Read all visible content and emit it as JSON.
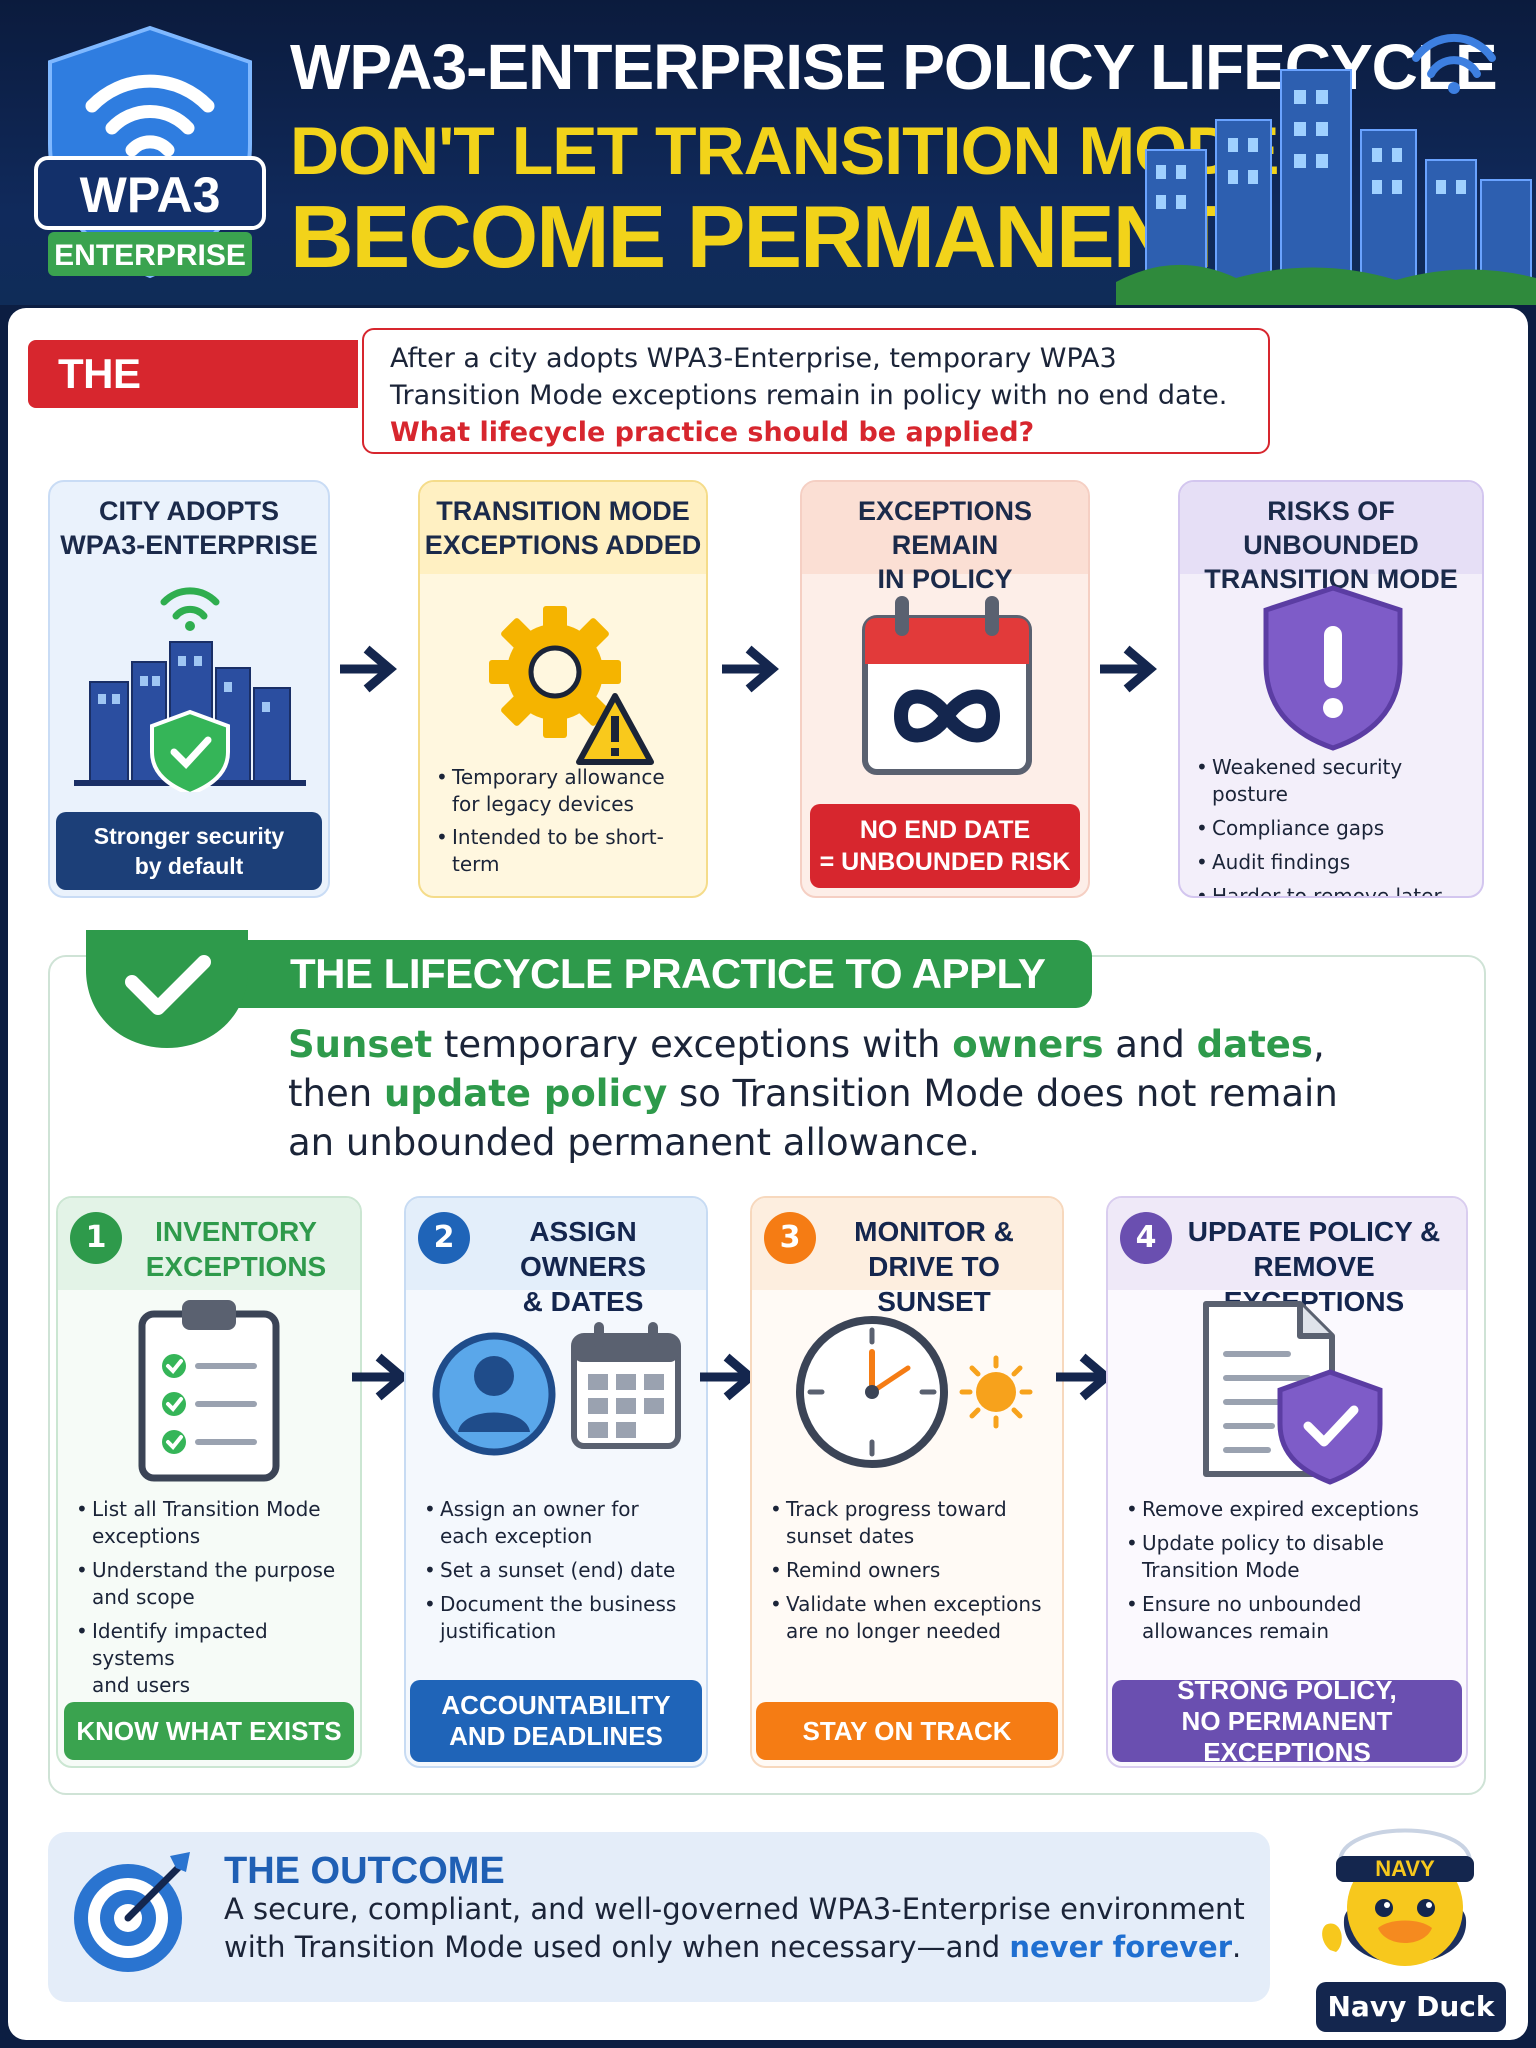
{
  "header": {
    "logo_main": "WPA3",
    "logo_sub": "ENTERPRISE",
    "title": "WPA3-ENTERPRISE POLICY LIFECYCLE",
    "subtitle_line1": "DON'T LET TRANSITION MODE",
    "subtitle_line2": "BECOME PERMANENT"
  },
  "situation": {
    "label": "THE SITUATION",
    "text": "After a city adopts WPA3-Enterprise, temporary WPA3 Transition Mode exceptions remain in policy with no end date.",
    "question": "What lifecycle practice should be applied?"
  },
  "flow": [
    {
      "title": "CITY ADOPTS\nWPA3-ENTERPRISE",
      "footer": "Stronger security\nby default",
      "icon": "city-shield-icon",
      "color": "#1c3f78"
    },
    {
      "title": "TRANSITION MODE\nEXCEPTIONS ADDED",
      "bullets": [
        "Temporary allowance\nfor legacy devices",
        "Intended to be short-term"
      ],
      "icon": "gear-warning-icon",
      "color": "#f5b400"
    },
    {
      "title": "EXCEPTIONS REMAIN\nIN POLICY",
      "footer": "NO END DATE\n= UNBOUNDED RISK",
      "icon": "calendar-infinity-icon",
      "color": "#d7262e"
    },
    {
      "title": "RISKS OF UNBOUNDED\nTRANSITION MODE",
      "bullets": [
        "Weakened security posture",
        "Compliance gaps",
        "Audit findings",
        "Harder to remove later"
      ],
      "icon": "shield-alert-icon",
      "color": "#6a4fb0"
    }
  ],
  "lifecycle": {
    "banner": "THE LIFECYCLE PRACTICE TO APPLY",
    "t1": "Sunset",
    "t2": " temporary exceptions with ",
    "t3": "owners",
    "t4": " and ",
    "t5": "dates",
    "t6": ",\nthen ",
    "t7": "update policy",
    "t8": " so Transition Mode does not remain\nan unbounded permanent allowance."
  },
  "steps": [
    {
      "num": "1",
      "title": "INVENTORY\nEXCEPTIONS",
      "bullets": [
        "List all Transition Mode\nexceptions",
        "Understand the purpose\nand scope",
        "Identify impacted systems\nand users"
      ],
      "footer": "KNOW WHAT EXISTS",
      "icon": "clipboard-checklist-icon",
      "color": "#2e9a4b"
    },
    {
      "num": "2",
      "title": "ASSIGN OWNERS\n& DATES",
      "bullets": [
        "Assign an owner for\neach exception",
        "Set a sunset (end) date",
        "Document the business\njustification"
      ],
      "footer": "ACCOUNTABILITY\nAND DEADLINES",
      "icon": "owner-calendar-icon",
      "color": "#1f64b8"
    },
    {
      "num": "3",
      "title": "MONITOR &\nDRIVE TO SUNSET",
      "bullets": [
        "Track progress toward\nsunset dates",
        "Remind owners",
        "Validate when exceptions\nare no longer needed"
      ],
      "footer": "STAY ON TRACK",
      "icon": "clock-sun-icon",
      "color": "#f57c14"
    },
    {
      "num": "4",
      "title": "UPDATE POLICY &\nREMOVE EXCEPTIONS",
      "bullets": [
        "Remove expired exceptions",
        "Update policy to disable\nTransition Mode",
        "Ensure no unbounded\nallowances remain"
      ],
      "footer": "STRONG POLICY,\nNO PERMANENT EXCEPTIONS",
      "icon": "document-shield-icon",
      "color": "#6a4fb0"
    }
  ],
  "outcome": {
    "title": "THE OUTCOME",
    "text": "A secure, compliant, and well-governed WPA3-Enterprise environment with Transition Mode used only when necessary—and ",
    "emphasis": "never forever",
    "end": "."
  },
  "mascot": {
    "cap": "NAVY",
    "label": "Navy Duck"
  }
}
